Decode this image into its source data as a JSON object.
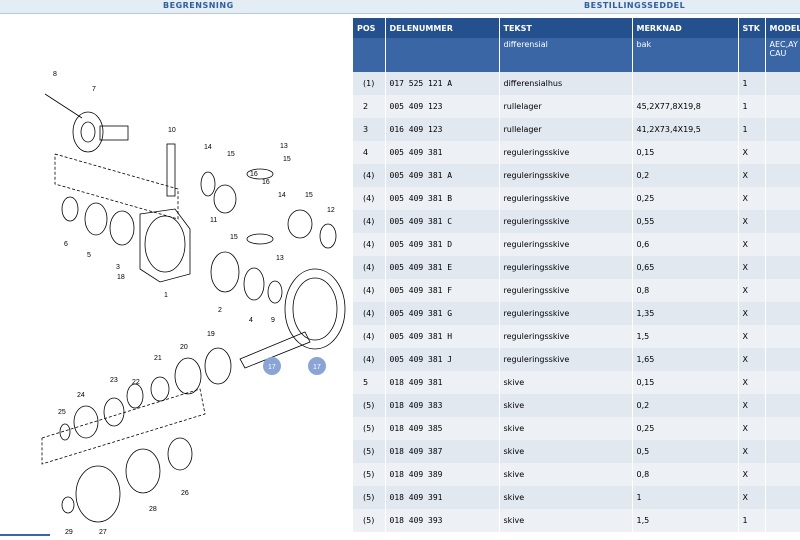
{
  "tabs": {
    "left": "BEGRENSNING",
    "right": "BESTILLINGSSEDDEL"
  },
  "table": {
    "headers": [
      "POS",
      "DELENUMMER",
      "TEKST",
      "MERKNAD",
      "STK",
      "MODELL"
    ],
    "subheader": {
      "tekst": "differensial",
      "merknad": "bak",
      "modell": "AEC,AY CAU"
    },
    "rows": [
      {
        "pos": "(1)",
        "part": "017 525 121 A",
        "text": "differensialhus",
        "note": "",
        "qty": "1"
      },
      {
        "pos": "2",
        "part": "005 409 123",
        "text": "rullelager",
        "note": "45,2X77,8X19,8",
        "qty": "1"
      },
      {
        "pos": "3",
        "part": "016 409 123",
        "text": "rullelager",
        "note": "41,2X73,4X19,5",
        "qty": "1"
      },
      {
        "pos": "4",
        "part": "005 409 381",
        "text": "reguleringsskive",
        "note": "0,15",
        "qty": "X"
      },
      {
        "pos": "(4)",
        "part": "005 409 381 A",
        "text": "reguleringsskive",
        "note": "0,2",
        "qty": "X"
      },
      {
        "pos": "(4)",
        "part": "005 409 381 B",
        "text": "reguleringsskive",
        "note": "0,25",
        "qty": "X"
      },
      {
        "pos": "(4)",
        "part": "005 409 381 C",
        "text": "reguleringsskive",
        "note": "0,55",
        "qty": "X"
      },
      {
        "pos": "(4)",
        "part": "005 409 381 D",
        "text": "reguleringsskive",
        "note": "0,6",
        "qty": "X"
      },
      {
        "pos": "(4)",
        "part": "005 409 381 E",
        "text": "reguleringsskive",
        "note": "0,65",
        "qty": "X"
      },
      {
        "pos": "(4)",
        "part": "005 409 381 F",
        "text": "reguleringsskive",
        "note": "0,8",
        "qty": "X"
      },
      {
        "pos": "(4)",
        "part": "005 409 381 G",
        "text": "reguleringsskive",
        "note": "1,35",
        "qty": "X"
      },
      {
        "pos": "(4)",
        "part": "005 409 381 H",
        "text": "reguleringsskive",
        "note": "1,5",
        "qty": "X"
      },
      {
        "pos": "(4)",
        "part": "005 409 381 J",
        "text": "reguleringsskive",
        "note": "1,65",
        "qty": "X"
      },
      {
        "pos": "5",
        "part": "018 409 381",
        "text": "skive",
        "note": "0,15",
        "qty": "X"
      },
      {
        "pos": "(5)",
        "part": "018 409 383",
        "text": "skive",
        "note": "0,2",
        "qty": "X"
      },
      {
        "pos": "(5)",
        "part": "018 409 385",
        "text": "skive",
        "note": "0,25",
        "qty": "X"
      },
      {
        "pos": "(5)",
        "part": "018 409 387",
        "text": "skive",
        "note": "0,5",
        "qty": "X"
      },
      {
        "pos": "(5)",
        "part": "018 409 389",
        "text": "skive",
        "note": "0,8",
        "qty": "X"
      },
      {
        "pos": "(5)",
        "part": "018 409 391",
        "text": "skive",
        "note": "1",
        "qty": "X"
      },
      {
        "pos": "(5)",
        "part": "018 409 393",
        "text": "skive",
        "note": "1,5",
        "qty": "1"
      }
    ]
  },
  "diagram": {
    "callouts": [
      "8",
      "7",
      "10",
      "14",
      "13",
      "15",
      "16",
      "14",
      "15",
      "12",
      "6",
      "5",
      "3",
      "11",
      "1",
      "18",
      "15",
      "13",
      "2",
      "4",
      "9",
      "17",
      "17",
      "19",
      "20",
      "21",
      "22",
      "23",
      "24",
      "25",
      "26",
      "27",
      "28",
      "29"
    ]
  },
  "colors": {
    "header": "#24508e",
    "tab_text": "#2f5f9f",
    "badge": "#8aa4d6"
  }
}
